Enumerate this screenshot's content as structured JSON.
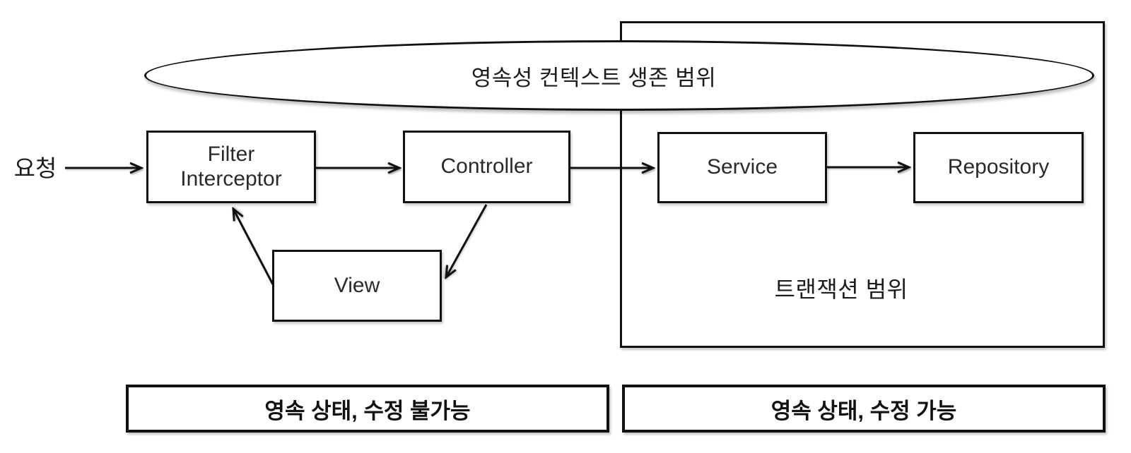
{
  "diagram": {
    "title_context": "영속성 컨텍스트 생존 범위",
    "transaction_scope_label": "트랜잭션 범위",
    "request_label": "요청",
    "nodes": {
      "filter_interceptor": "Filter\nInterceptor",
      "controller": "Controller",
      "service": "Service",
      "repository": "Repository",
      "view": "View"
    },
    "legend": {
      "left": "영속 상태, 수정 불가능",
      "right": "영속 상태, 수정 가능"
    },
    "colors": {
      "line": "#111111",
      "background": "#ffffff"
    }
  }
}
